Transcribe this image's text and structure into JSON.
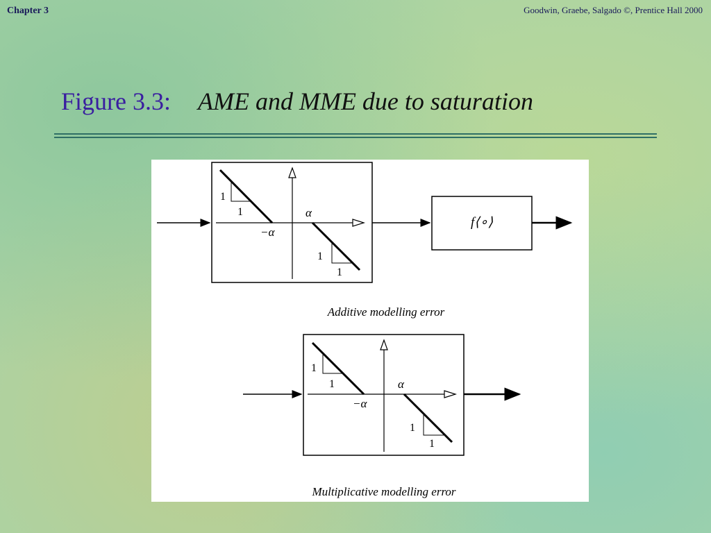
{
  "header": {
    "chapter": "Chapter 3",
    "credit": "Goodwin, Graebe, Salgado ©, Prentice Hall 2000"
  },
  "title": {
    "figure_label": "Figure 3.3:",
    "caption": "AME and MME due to saturation"
  },
  "diagram": {
    "additive": {
      "label_one_a": "1",
      "label_one_b": "1",
      "label_neg_alpha": "−α",
      "label_alpha": "α",
      "label_one_c": "1",
      "label_one_d": "1",
      "block_label": "f⟨∘⟩",
      "caption": "Additive modelling error"
    },
    "multiplicative": {
      "label_one_a": "1",
      "label_one_b": "1",
      "label_neg_alpha": "−α",
      "label_alpha": "α",
      "label_one_c": "1",
      "label_one_d": "1",
      "caption": "Multiplicative modelling error"
    }
  }
}
